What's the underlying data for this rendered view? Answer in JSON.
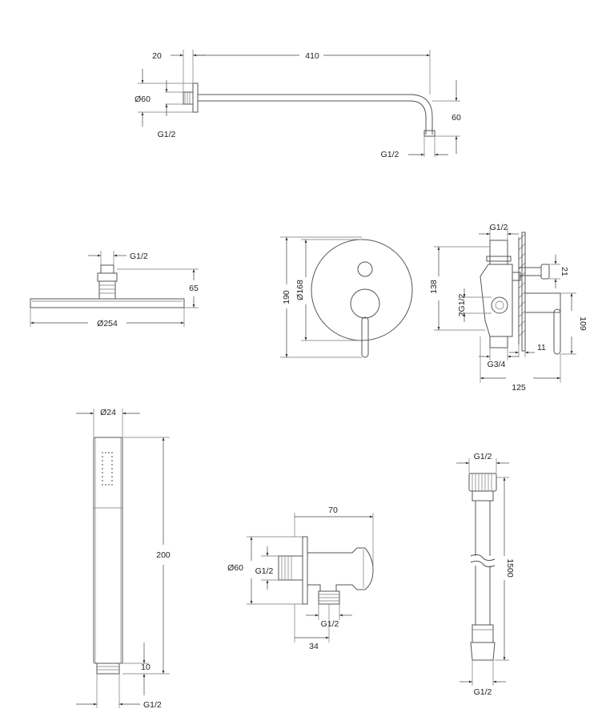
{
  "shower_arm": {
    "dim_wall_plate": "20",
    "dim_length": "410",
    "dim_diameter": "Ø60",
    "dim_drop": "60",
    "thread_wall": "G1/2",
    "thread_outlet": "G1/2"
  },
  "rain_head": {
    "thread": "G1/2",
    "dim_height": "65",
    "dim_diameter": "Ø254"
  },
  "mixer_front": {
    "dim_outer": "190",
    "dim_plate": "Ø168"
  },
  "mixer_side": {
    "thread_top": "G1/2",
    "dim_21": "21",
    "dim_138": "138",
    "thread_side": "2G1/2",
    "dim_109": "109",
    "dim_11": "11",
    "thread_bottom": "G3/4",
    "dim_125": "125"
  },
  "hand_shower": {
    "dim_diameter": "Ø24",
    "dim_length": "200",
    "dim_thread_len": "10",
    "thread": "G1/2"
  },
  "wall_elbow": {
    "dim_70": "70",
    "dim_diameter": "Ø60",
    "thread_in": "G1/2",
    "thread_out": "G1/2",
    "dim_34": "34"
  },
  "hose": {
    "thread_top": "G1/2",
    "dim_length": "1500",
    "thread_bottom": "G1/2"
  }
}
